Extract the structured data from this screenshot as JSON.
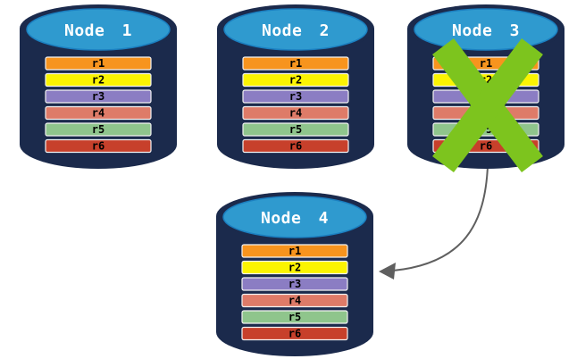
{
  "diagram_type": "database-node-replication-failover",
  "nodes": [
    {
      "title": "Node 1",
      "status": "active"
    },
    {
      "title": "Node 2",
      "status": "active"
    },
    {
      "title": "Node 3",
      "status": "failed"
    },
    {
      "title": "Node 4",
      "status": "active"
    }
  ],
  "records": [
    {
      "label": "r1",
      "color": "#F7941E"
    },
    {
      "label": "r2",
      "color": "#FBF402"
    },
    {
      "label": "r3",
      "color": "#8B7DC3"
    },
    {
      "label": "r4",
      "color": "#DE7B68"
    },
    {
      "label": "r5",
      "color": "#8FC58C"
    },
    {
      "label": "r6",
      "color": "#C7402B"
    }
  ],
  "colors": {
    "cylinder_body": "#1B2A4C",
    "cylinder_top": "#2F9ACF",
    "cylinder_top_stroke": "#1B7FC0",
    "bar_stroke": "#F3F3F3",
    "failure_x": "#7DC41E",
    "arrow": "#5F5F5F",
    "title_text": "#FFFFFF",
    "record_text": "#000000"
  }
}
